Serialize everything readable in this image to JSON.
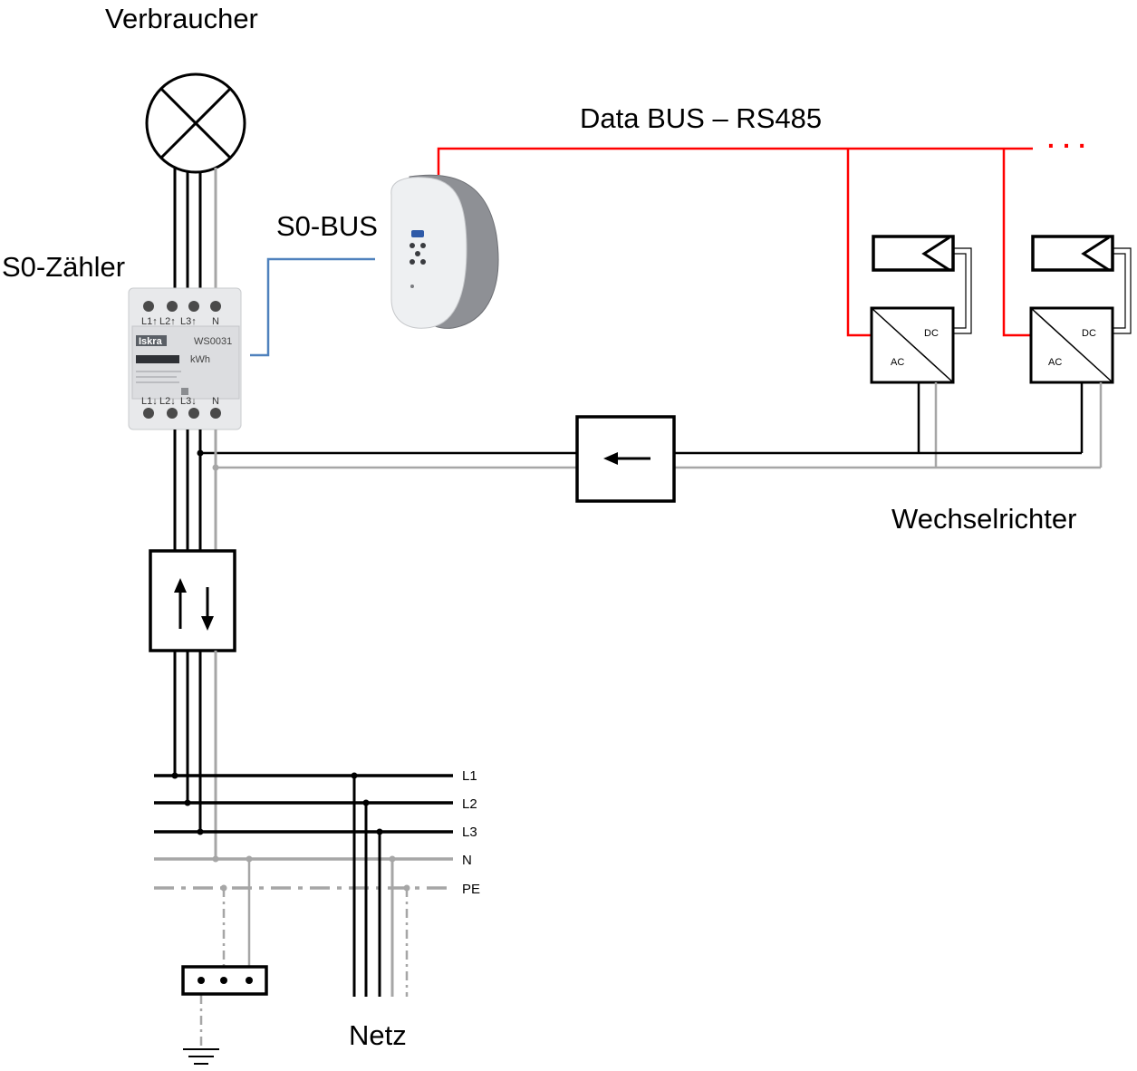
{
  "labels": {
    "consumer": "Verbraucher",
    "s0_meter": "S0-Zähler",
    "s0_bus": "S0-BUS",
    "data_bus": "Data BUS – RS485",
    "data_bus_continuation": "· · ·",
    "inverter": "Wechselrichter",
    "grid": "Netz"
  },
  "grid_lines": [
    "L1",
    "L2",
    "L3",
    "N",
    "PE"
  ],
  "inverter_terminals": {
    "dc": "DC",
    "ac": "AC"
  },
  "meter_device": {
    "brand": "Iskra",
    "model": "WS0031",
    "unit": "kWh",
    "terminals_top": [
      "L1↑",
      "L2↑",
      "L3↑",
      "N"
    ],
    "terminals_bottom": [
      "L1↓",
      "L2↓",
      "L3↓",
      "N"
    ]
  },
  "colors": {
    "phase_wire": "#000000",
    "neutral_wire": "#a6a6a6",
    "data_bus": "#ff0000",
    "s0_bus": "#4f81bd"
  },
  "icons": {
    "lamp": "lamp-symbol-icon",
    "bidirectional_meter": "bidirectional-meter-icon",
    "feed_in_meter": "feed-in-meter-icon",
    "pv_module": "pv-module-icon",
    "inverter": "inverter-symbol-icon",
    "earth": "earth-ground-icon",
    "terminal_block": "terminal-block-icon"
  }
}
